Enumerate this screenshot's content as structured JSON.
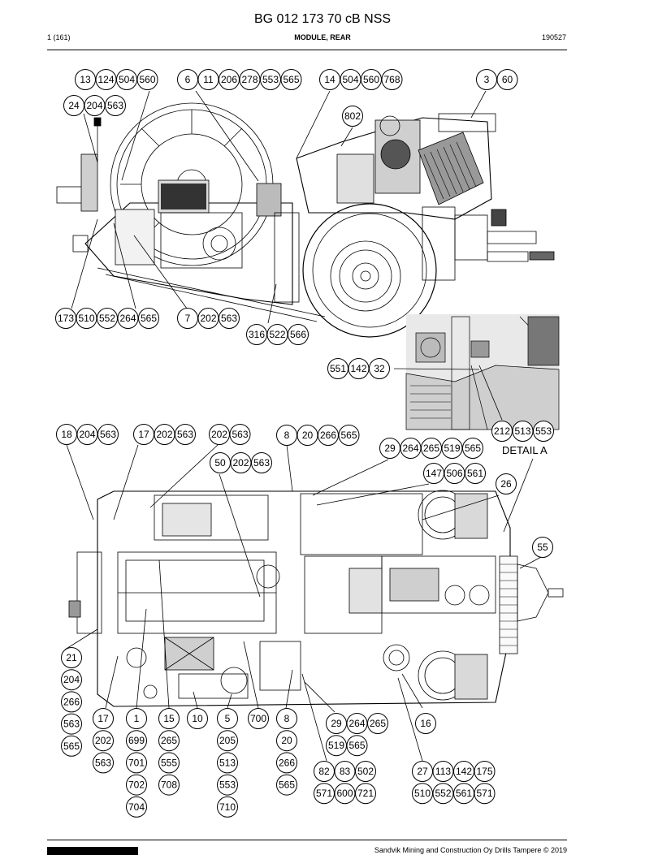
{
  "header": {
    "title": "BG 012 173 70 cB NSS",
    "page": "1 (161)",
    "section": "MODULE, REAR",
    "code": "190527"
  },
  "detail_label": "DETAIL A",
  "footer": {
    "text": "Sandvik Mining and Construction Oy Drills Tampere © 2019"
  },
  "callout_groups": [
    [
      "13",
      "124",
      "504",
      "560"
    ],
    [
      "6",
      "11",
      "206",
      "278",
      "553",
      "565"
    ],
    [
      "14",
      "504",
      "560",
      "768"
    ],
    [
      "3",
      "60"
    ],
    [
      "24",
      "204",
      "563"
    ],
    [
      "802"
    ],
    [
      "173",
      "510",
      "552",
      "264",
      "565"
    ],
    [
      "7",
      "202",
      "563"
    ],
    [
      "316",
      "522",
      "566"
    ],
    [
      "551",
      "142",
      "32"
    ],
    [
      "212",
      "513",
      "553"
    ],
    [
      "18",
      "204",
      "563"
    ],
    [
      "17",
      "202",
      "563"
    ],
    [
      "202",
      "563"
    ],
    [
      "8",
      "20",
      "266",
      "565"
    ],
    [
      "29",
      "264",
      "265",
      "519",
      "565"
    ],
    [
      "50",
      "202",
      "563"
    ],
    [
      "147",
      "506",
      "561"
    ],
    [
      "26"
    ],
    [
      "55"
    ],
    [
      "21",
      "204",
      "266",
      "563",
      "565"
    ],
    [
      "17",
      "202",
      "563"
    ],
    [
      "1",
      "699",
      "701",
      "702",
      "704"
    ],
    [
      "15",
      "265",
      "555",
      "708"
    ],
    [
      "10"
    ],
    [
      "5",
      "205",
      "513",
      "553",
      "710"
    ],
    [
      "700"
    ],
    [
      "8",
      "20",
      "266",
      "565"
    ],
    [
      "29",
      "264",
      "265",
      "519",
      "565"
    ],
    [
      "16"
    ],
    [
      "82",
      "83",
      "502",
      "571",
      "600",
      "721"
    ],
    [
      "27",
      "113",
      "142",
      "175",
      "510",
      "552",
      "561",
      "571"
    ]
  ]
}
